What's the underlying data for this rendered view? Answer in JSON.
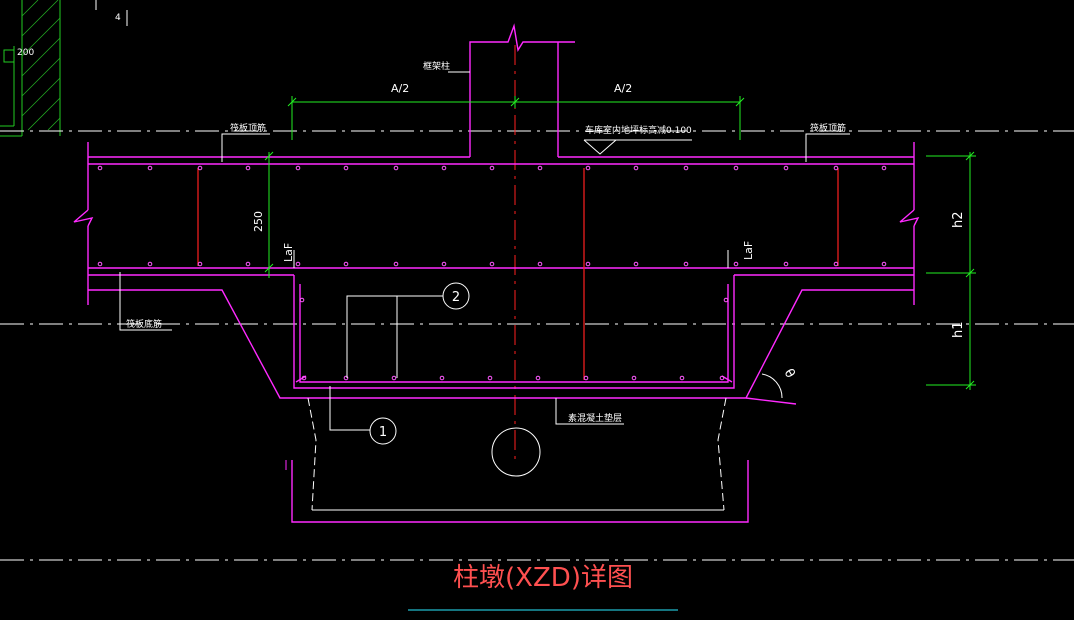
{
  "colors": {
    "background": "#000000",
    "concrete": "#ff2aff",
    "rebar": "#ff2020",
    "dimension": "#22ee22",
    "centerline": "#ffffff",
    "axis": "#ff2020",
    "neighbor_hatch": "#22cc22",
    "text": "#ffffff",
    "title": "#ff5050",
    "title_underline": "#22bbcc"
  },
  "labels": {
    "column": "框架柱",
    "half_a_left": "A/2",
    "half_a_right": "A/2",
    "top_rebar_left": "筏板顶筋",
    "top_rebar_right": "筏板顶筋",
    "elevation_note": "车库室内地坪标高减0.100",
    "slab_thickness": "250",
    "laf_left": "LaF",
    "laf_right": "LaF",
    "h2": "h2",
    "h1": "h1",
    "bottom_rebar": "筏板底筋",
    "marker_1": "1",
    "marker_2": "2",
    "angle": "θ",
    "cushion": "素混凝土垫层",
    "neighbor_dim": "200",
    "corner_mark": "4",
    "title": "柱墩(XZD)详图"
  }
}
